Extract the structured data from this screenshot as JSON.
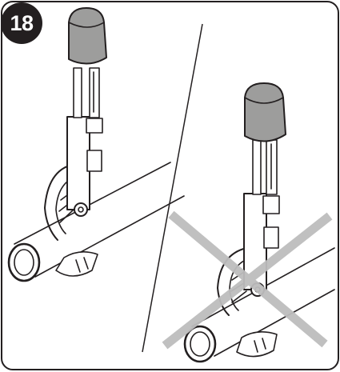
{
  "step": {
    "number": "18"
  },
  "panels": {
    "correct": {
      "icon": "pipe-cutter-on-pipe-icon",
      "status": "correct"
    },
    "incorrect": {
      "icon": "pipe-cutter-on-pipe-icon",
      "status": "incorrect",
      "mark": "x-mark-icon"
    }
  },
  "colors": {
    "frame": "#231f20",
    "handle": "#9d9d9c",
    "x_mark": "#bdbdbd",
    "badge_bg": "#231f20",
    "badge_text": "#ffffff"
  }
}
